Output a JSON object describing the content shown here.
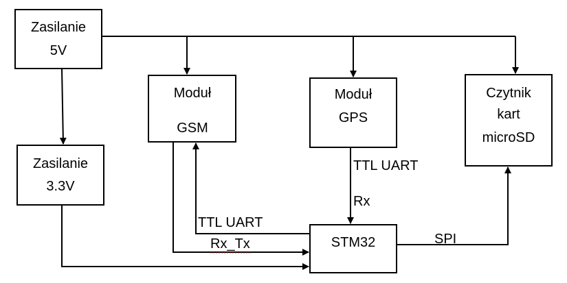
{
  "blocks": {
    "psu5v": {
      "line1": "Zasilanie",
      "line2": "5V"
    },
    "psu33v": {
      "line1": "Zasilanie",
      "line2": "3.3V"
    },
    "gsm": {
      "line1": "Moduł",
      "line2": "GSM"
    },
    "gps": {
      "line1": "Moduł",
      "line2": "GPS"
    },
    "sd": {
      "line1": "Czytnik",
      "line2": "kart",
      "line3": "microSD"
    },
    "mcu": {
      "label": "STM32"
    }
  },
  "connection_labels": {
    "gps_bus": "TTL UART",
    "gps_pin": "Rx",
    "gsm_bus": "TTL UART",
    "gsm_pins": "Rx_Tx",
    "sd_bus": "SPI"
  }
}
